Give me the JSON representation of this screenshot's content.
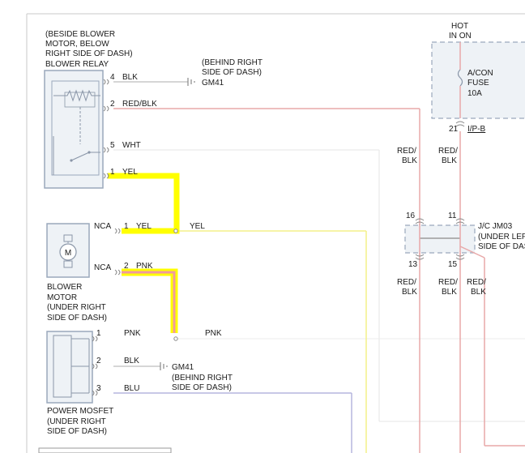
{
  "relay": {
    "location": [
      "(BESIDE BLOWER",
      "MOTOR, BELOW",
      "RIGHT SIDE OF DASH)"
    ],
    "name": "BLOWER RELAY"
  },
  "relay_pins": [
    {
      "pin": "4",
      "wire": "BLK"
    },
    {
      "pin": "2",
      "wire": "RED/BLK"
    },
    {
      "pin": "5",
      "wire": "WHT"
    },
    {
      "pin": "1",
      "wire": "YEL"
    }
  ],
  "ground_top": {
    "location": [
      "(BEHIND RIGHT",
      "SIDE OF DASH)"
    ],
    "name": "GM41"
  },
  "hot": [
    "HOT",
    "IN ON"
  ],
  "fuse": {
    "lines": [
      "A/CON",
      "FUSE",
      "10A"
    ],
    "pin": "21",
    "connector": "I/P-B"
  },
  "fuse_wire_labels": [
    [
      "RED/",
      "BLK"
    ],
    [
      "RED/",
      "BLK"
    ]
  ],
  "jc": {
    "top_pins": [
      "16",
      "11"
    ],
    "bottom_pins": [
      "13",
      "15"
    ],
    "name": "J/C JM03",
    "location": [
      "(UNDER LEFT",
      "SIDE OF DASH)"
    ],
    "display": [
      "J/C JM03",
      "(UNDER LEF",
      "SIDE OF DASH"
    ]
  },
  "jc_bottom_wire_labels": [
    [
      "RED/",
      "BLK"
    ],
    [
      "RED/",
      "BLK"
    ],
    [
      "RED/",
      "BLK"
    ]
  ],
  "motor": {
    "symbol": "M",
    "pins": [
      {
        "conn": "NCA",
        "pin": "1",
        "wire": "YEL"
      },
      {
        "conn": "NCA",
        "pin": "2",
        "wire": "PNK"
      }
    ],
    "label": [
      "BLOWER",
      "MOTOR",
      "(UNDER RIGHT",
      "SIDE OF DASH)"
    ]
  },
  "splice_labels": {
    "yel": "YEL",
    "pnk": "PNK"
  },
  "mosfet": {
    "pins": [
      {
        "pin": "1",
        "wire": "PNK"
      },
      {
        "pin": "2",
        "wire": "BLK"
      },
      {
        "pin": "3",
        "wire": "BLU"
      }
    ],
    "label": [
      "POWER MOSFET",
      "(UNDER RIGHT",
      "SIDE OF DASH)"
    ]
  },
  "ground_bottom": {
    "name": "GM41",
    "location": [
      "(BEHIND RIGHT",
      "SIDE OF DASH)"
    ]
  },
  "colors": {
    "red_blk": "#e8a8a8",
    "yel": "#f3f08a",
    "highlight": "#ffff00",
    "pnk": "#f09aa0",
    "blu": "#b6b6dd",
    "component": "#9aa8bc",
    "component_fill": "#eef2f6"
  }
}
